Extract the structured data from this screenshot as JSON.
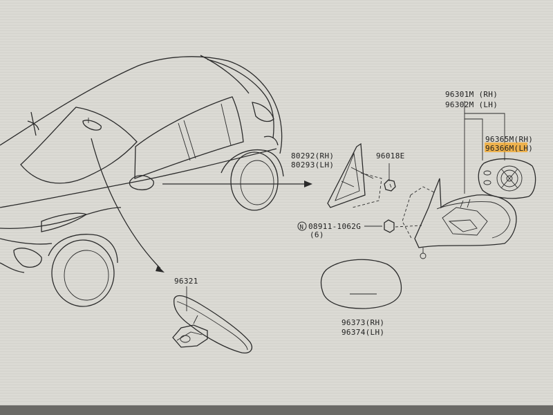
{
  "labels": {
    "mirror_assy_rh": "96301M (RH)",
    "mirror_assy_lh": "96302M (LH)",
    "glass_rh": "96365M(RH)",
    "glass_lh": "96366M(LH)",
    "corner_rh": "80292(RH)",
    "corner_lh": "80293(LH)",
    "nut": "96018E",
    "bolt_symbol": "N",
    "bolt": "08911-1062G",
    "bolt_qty": "(6)",
    "inner_mirror": "96321",
    "cover_rh": "96373(RH)",
    "cover_lh": "96374(LH)"
  },
  "colors": {
    "paper": "#d9d8d2",
    "ink": "#2a2a2a",
    "highlight": "#f5a623"
  }
}
